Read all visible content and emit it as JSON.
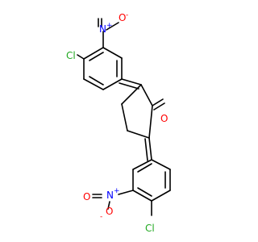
{
  "molecule": {
    "colors": {
      "bond": "#000000",
      "carbon": "#000000",
      "chlorine": "#22aa22",
      "oxygen": "#ff0000",
      "nitrogen": "#0000ff"
    },
    "atom_labels": {
      "cl_top": "Cl",
      "n_top": "N",
      "n_top_charge": "+",
      "o_top": "O",
      "o_top_charge": "-",
      "ketone_o": "O",
      "n_bottom": "N",
      "n_bottom_charge": "+",
      "o_bottom_side": "O",
      "o_bottom": "O",
      "o_bottom_charge": "-",
      "cl_bottom": "Cl"
    }
  }
}
